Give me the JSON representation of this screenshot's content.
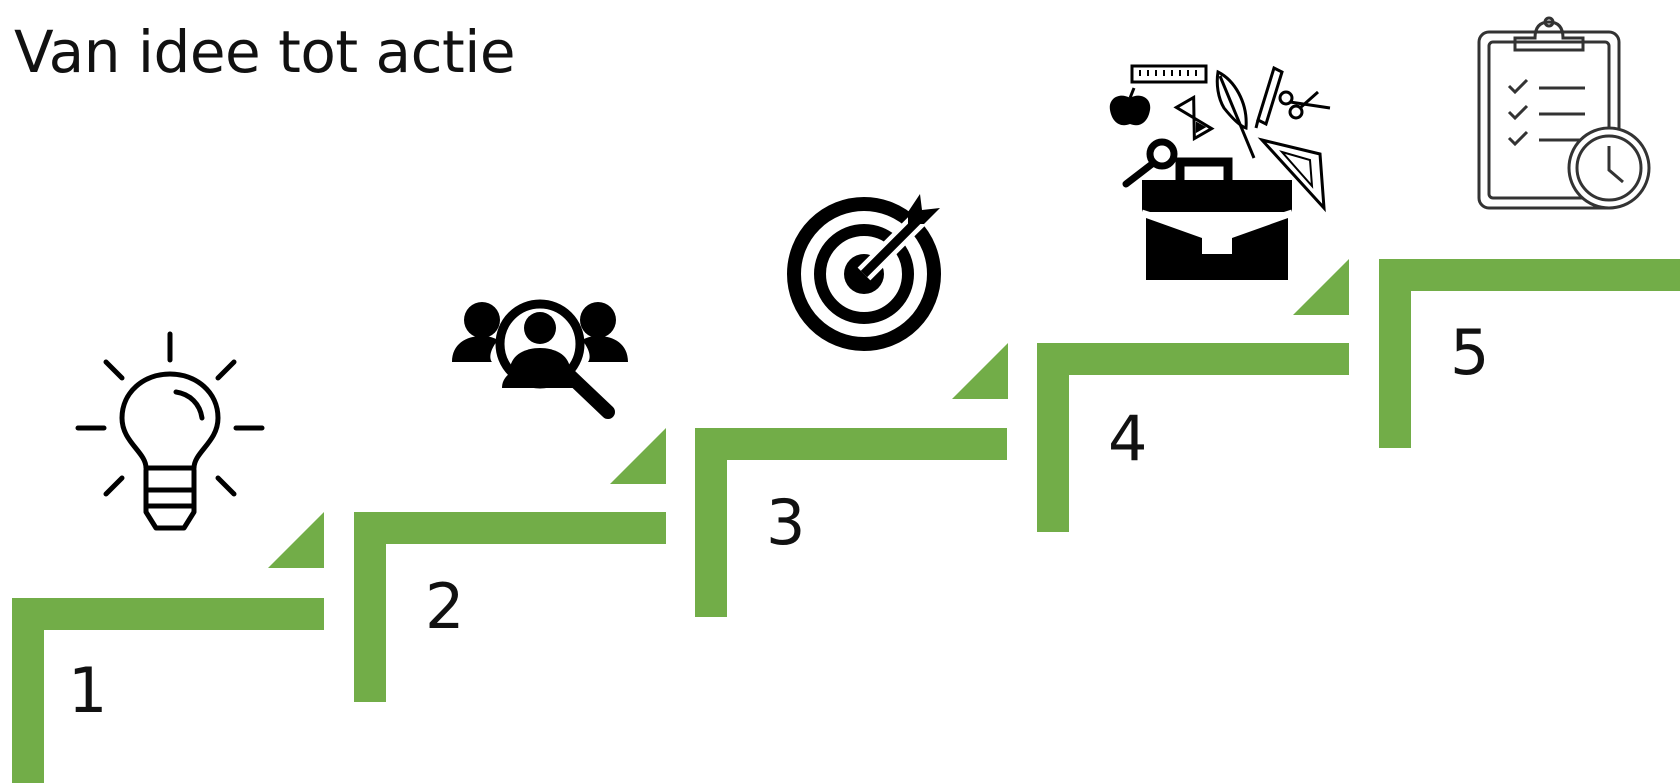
{
  "title": "Van idee tot actie",
  "accent_color": "#72ad48",
  "steps": [
    {
      "number": "1",
      "icon": "lightbulb-icon"
    },
    {
      "number": "2",
      "icon": "people-search-icon"
    },
    {
      "number": "3",
      "icon": "target-icon"
    },
    {
      "number": "4",
      "icon": "briefcase-tools-icon"
    },
    {
      "number": "5",
      "icon": "clipboard-checklist-clock-icon"
    }
  ]
}
